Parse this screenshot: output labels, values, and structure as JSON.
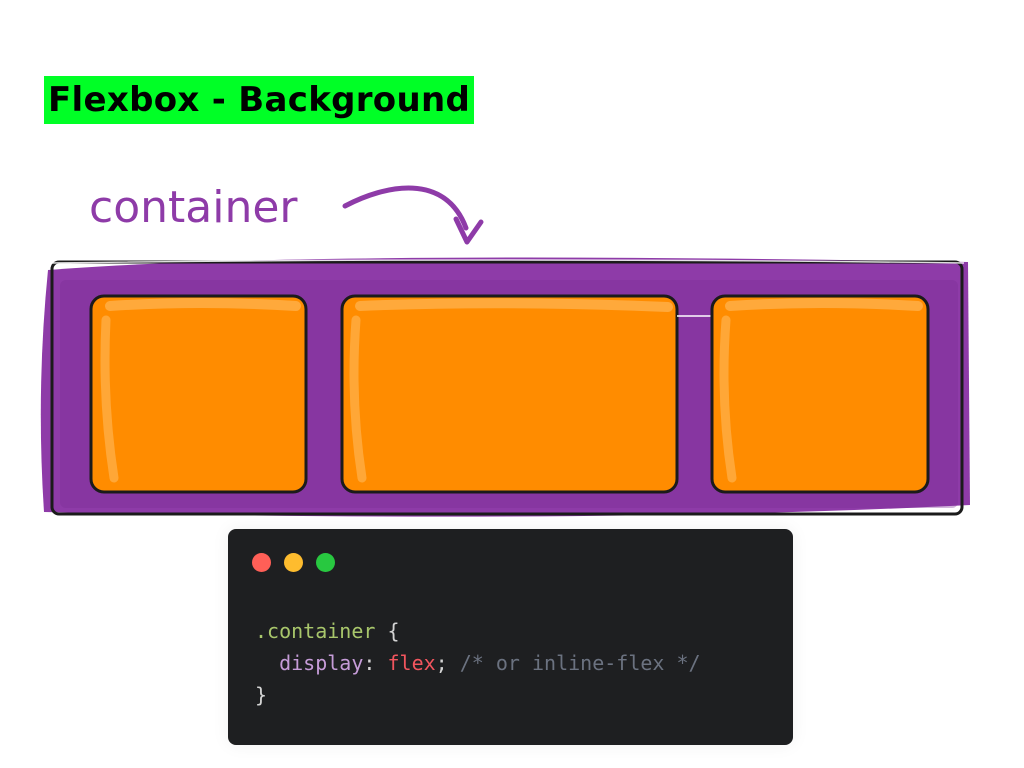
{
  "title": "Flexbox - Background",
  "diagram": {
    "container_label": "container",
    "item_count": 3
  },
  "code": {
    "line1": {
      "selector": ".container",
      "brace": " {"
    },
    "line2": {
      "indent": "  ",
      "property": "display",
      "colon": ": ",
      "value": "flex",
      "semicolon": ";",
      "comment": " /* or inline-flex */"
    },
    "line3": {
      "brace": "}"
    }
  },
  "colors": {
    "title_bg": "#00ff26",
    "container_purple": "#8e3ba8",
    "item_orange": "#ff8c00",
    "code_bg": "#1e1f21",
    "dot_red": "#ff5f57",
    "dot_yellow": "#febc2e",
    "dot_green": "#28c840",
    "selector": "#a8c66b",
    "property": "#c69cd8",
    "value": "#f2555e",
    "comment": "#6b7280",
    "plain": "#d4d4d4"
  }
}
